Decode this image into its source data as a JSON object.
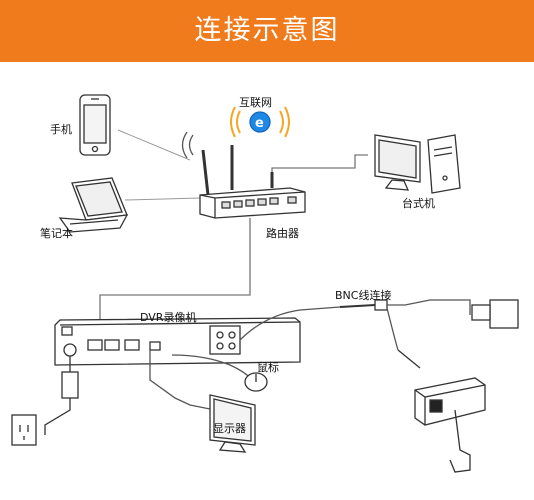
{
  "title": "连接示意图",
  "labels": {
    "internet": "互联网",
    "phone": "手机",
    "laptop": "笔记本",
    "router": "路由器",
    "desktop": "台式机",
    "dvr": "DVR录像机",
    "bnc": "BNC线连接",
    "mouse": "鼠标",
    "monitor": "显示器"
  },
  "colors": {
    "banner": "#f07b1d",
    "ie_blue": "#1e88e5",
    "signal": "#f5a623"
  }
}
